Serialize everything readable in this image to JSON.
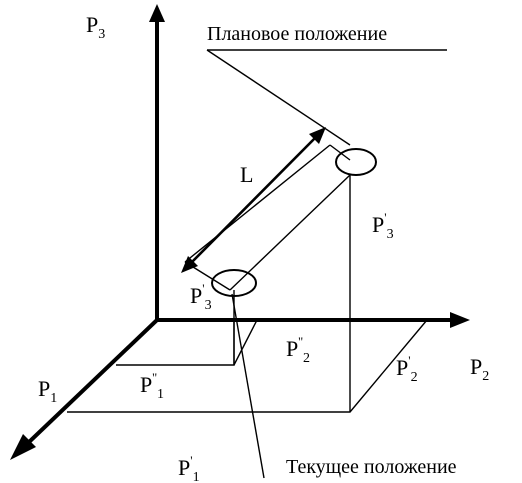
{
  "labels": {
    "p3_axis": {
      "base": "P",
      "sub": "3"
    },
    "p2_axis": {
      "base": "P",
      "sub": "2"
    },
    "p1_axis": {
      "base": "P",
      "sub": "1"
    },
    "planned_caption": "Плановое положение",
    "current_caption": "Текущее положение",
    "distance": "L",
    "p3_prime": {
      "base": "P",
      "sup": "'",
      "sub": "3"
    },
    "p3_current": {
      "base": "P",
      "sup": "'",
      "sub": "3"
    },
    "p2_double": {
      "base": "P",
      "sup": "''",
      "sub": "2"
    },
    "p2_prime": {
      "base": "P",
      "sup": "'",
      "sub": "2"
    },
    "p1_double": {
      "base": "P",
      "sup": "''",
      "sub": "1"
    },
    "p1_prime": {
      "base": "P",
      "sup": "'",
      "sub": "1"
    }
  }
}
